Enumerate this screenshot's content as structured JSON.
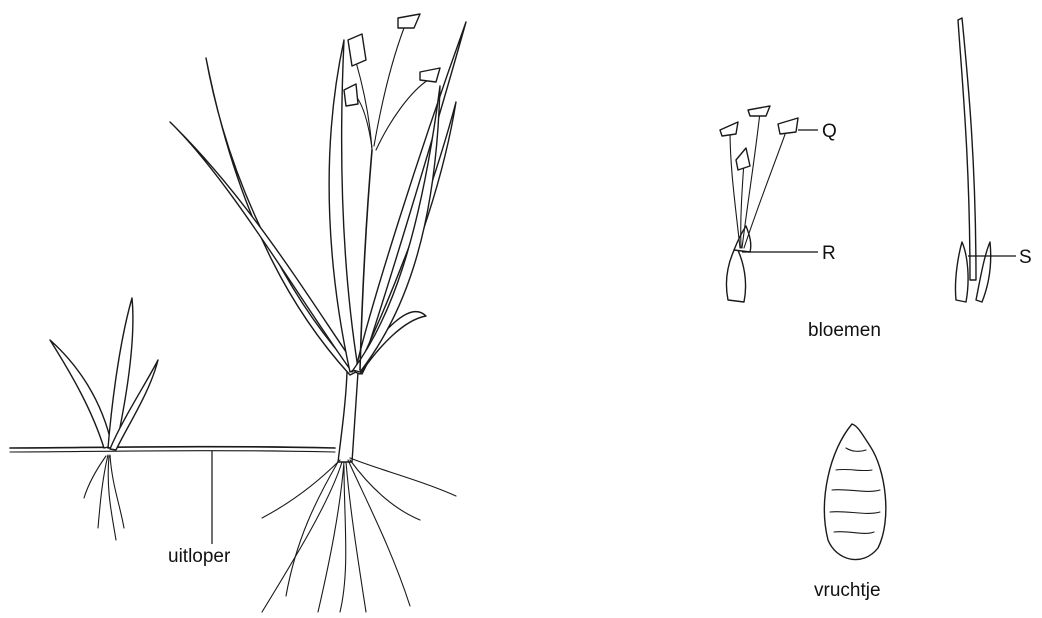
{
  "labels": {
    "runner": "uitloper",
    "flowers": "bloemen",
    "fruit": "vruchtje",
    "marker_q": "Q",
    "marker_r": "R",
    "marker_s": "S"
  },
  "colors": {
    "ink": "#1a1a1a",
    "background": "#ffffff"
  }
}
